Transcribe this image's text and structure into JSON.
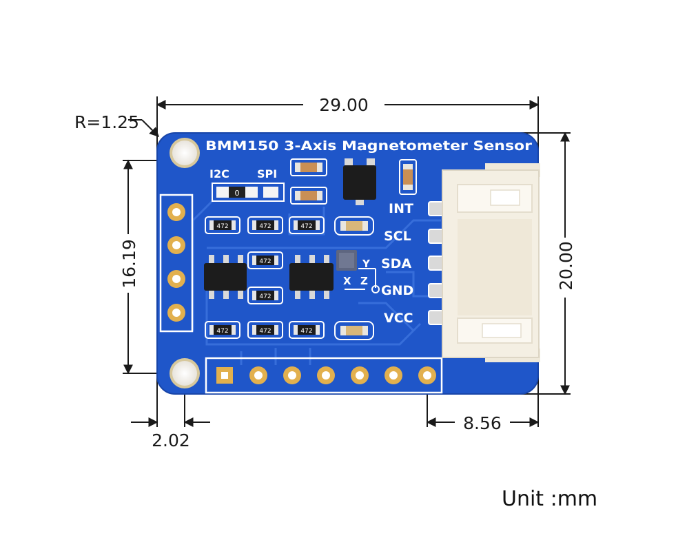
{
  "board": {
    "title": "BMM150 3-Axis Magnetometer Sensor",
    "interface_labels": {
      "i2c": "I2C",
      "spi": "SPI"
    },
    "pins": [
      "INT",
      "SCL",
      "SDA",
      "GND",
      "VCC"
    ],
    "axis_labels": {
      "y": "Y",
      "x": "X",
      "z": "Z"
    },
    "resistor_code": "472",
    "jumper_code": "0",
    "colors": {
      "pcb": "#1f56c9",
      "pcb_edge": "#1845a8",
      "trace": "#3d74df",
      "gold": "#e2b04e",
      "connector": "#f4efe3"
    }
  },
  "dimensions": {
    "width": "29.00",
    "height": "20.00",
    "hole_spacing": "16.19",
    "hole_offset": "2.02",
    "pin_offset": "8.56",
    "corner_radius": "R=1.25"
  },
  "unit": "Unit :mm"
}
